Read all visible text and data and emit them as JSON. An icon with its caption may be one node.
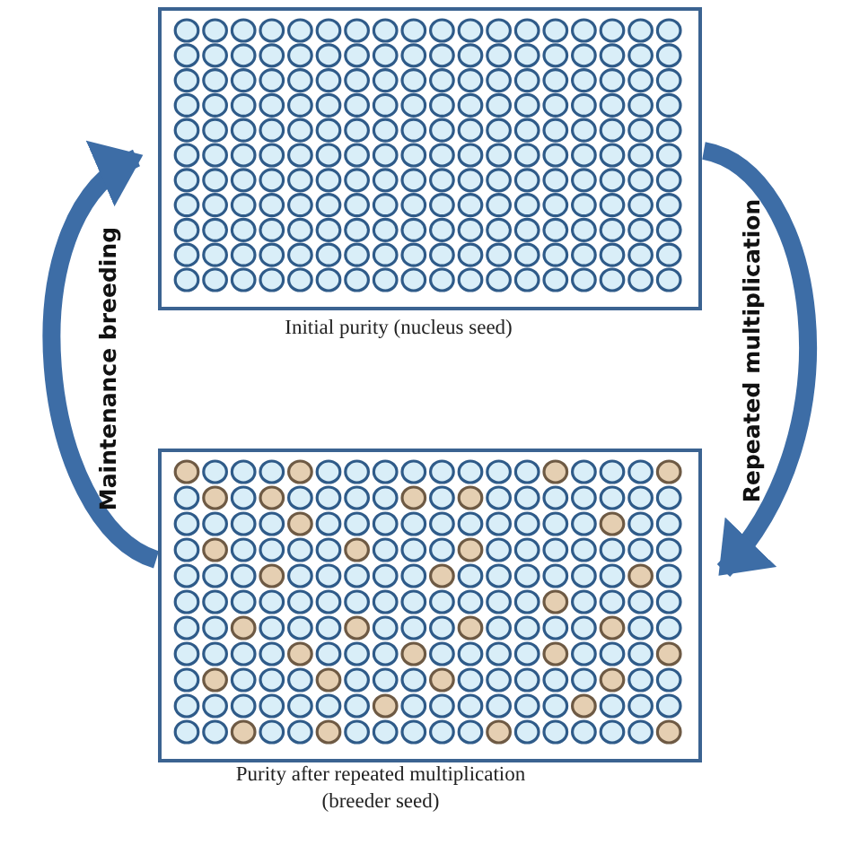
{
  "diagram": {
    "nodes": [
      {
        "text": [],
        "shape": "box",
        "beside": [
          "Initial purity (nucleus seed)"
        ]
      },
      {
        "text": [],
        "shape": "box",
        "beside": [
          "Purity after repeated multiplication (breeder seed)"
        ]
      }
    ],
    "edges": [
      {
        "from": 0,
        "to": 1,
        "arrow": "to",
        "label": "Repeated multiplication"
      },
      {
        "from": 1,
        "to": 0,
        "arrow": "to",
        "label": "Maintenance breeding"
      }
    ]
  }
}
